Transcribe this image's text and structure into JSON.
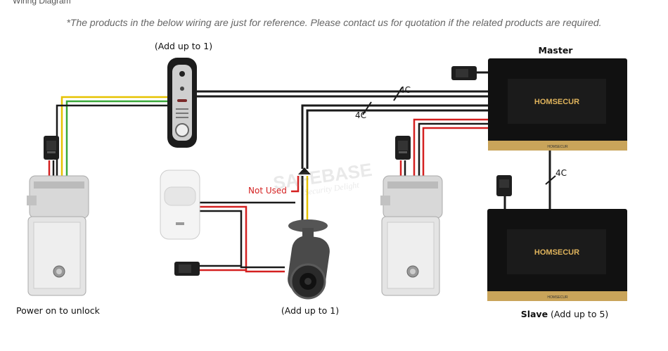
{
  "header": {
    "title": "Wiring Diagram"
  },
  "note": "*The products in the below wiring are just for reference. Please contact us for quotation if the related products are required.",
  "labels": {
    "doorbell_top": "(Add up to 1)",
    "camera_bottom": "(Add up to 1)",
    "master": "Master",
    "slave_bold": "Slave",
    "slave_rest": " (Add up to 5)",
    "lock_left": "Power on to unlock",
    "not_used": "Not Used",
    "wire_4c": "4C"
  },
  "monitor": {
    "brand": "HOMSECUR",
    "brand_small": "HOMSECUR"
  },
  "watermark": {
    "text": "SAFEBASE",
    "tagline": "Security Delight"
  },
  "colors": {
    "monitor_body": "#111111",
    "monitor_trim": "#c9a45a",
    "wire_black": "#1a1a1a",
    "wire_red": "#d42020",
    "wire_yellow": "#e6c200",
    "wire_green": "#3aa83a",
    "not_used_text": "#d42020",
    "lock_silver": "#d8d8d8"
  },
  "icons": [
    "power-adapter-icon",
    "door-lock-icon",
    "doorbell-camera-icon",
    "pir-sensor-icon",
    "bullet-camera-icon",
    "monitor-icon"
  ]
}
